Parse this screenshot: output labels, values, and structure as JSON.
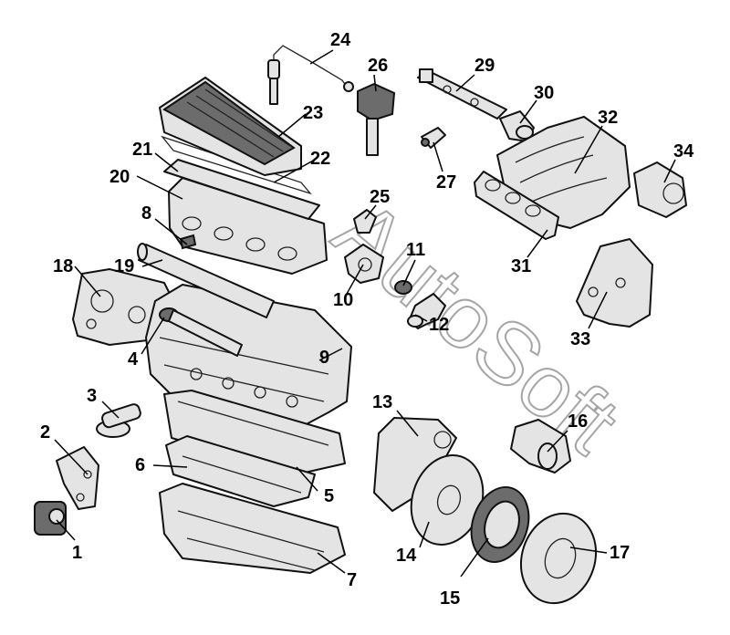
{
  "watermark": "AutoSoft",
  "labels": {
    "p1": "1",
    "p2": "2",
    "p3": "3",
    "p4": "4",
    "p5": "5",
    "p6": "6",
    "p7": "7",
    "p8": "8",
    "p9": "9",
    "p10": "10",
    "p11": "11",
    "p12": "12",
    "p13": "13",
    "p14": "14",
    "p15": "15",
    "p16": "16",
    "p17": "17",
    "p18": "18",
    "p19": "19",
    "p20": "20",
    "p21": "21",
    "p22": "22",
    "p23": "23",
    "p24": "24",
    "p25": "25",
    "p26": "26",
    "p27": "27",
    "p28": "29",
    "p30": "30",
    "p31": "31",
    "p32": "32",
    "p33": "33",
    "p34": "34"
  }
}
